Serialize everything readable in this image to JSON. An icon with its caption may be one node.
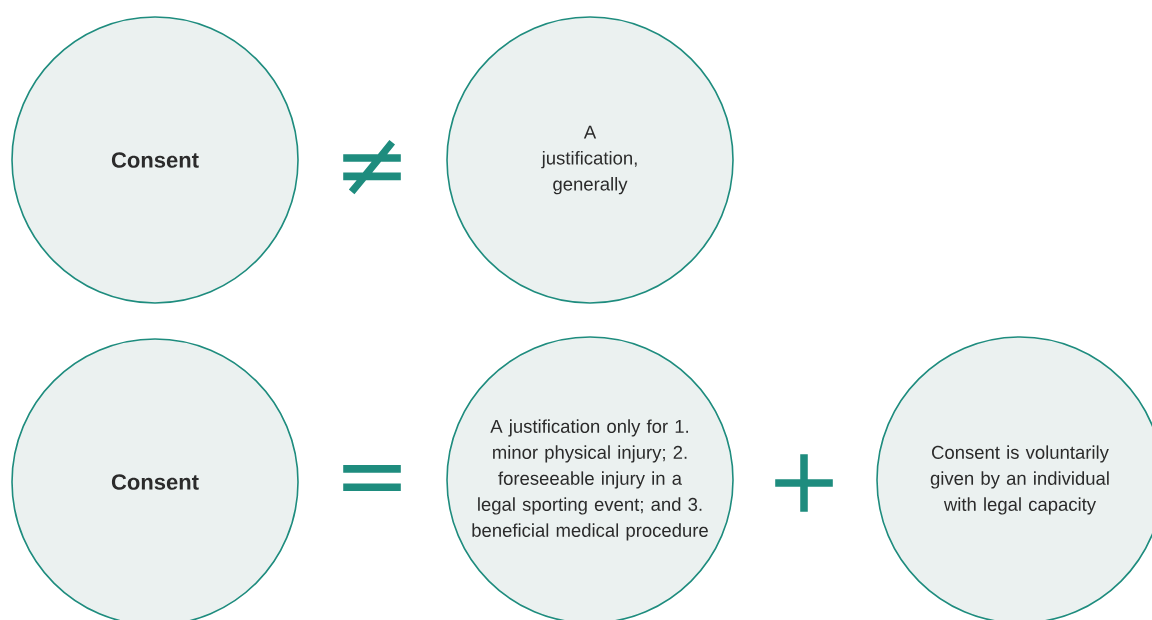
{
  "diagram": {
    "nodes": [
      {
        "text": [
          "Consent"
        ]
      },
      {
        "text": [
          "A justification, generally"
        ]
      },
      {
        "text": [
          "Consent"
        ]
      },
      {
        "text": [
          "A justification only for 1. minor physical injury; 2. foreseeable injury in a legal sporting event; and 3. beneficial medical procedure"
        ]
      },
      {
        "text": [
          "Consent is voluntarily given by an individual with legal capacity"
        ]
      }
    ],
    "labels": [
      "≠",
      "=",
      "+"
    ]
  }
}
